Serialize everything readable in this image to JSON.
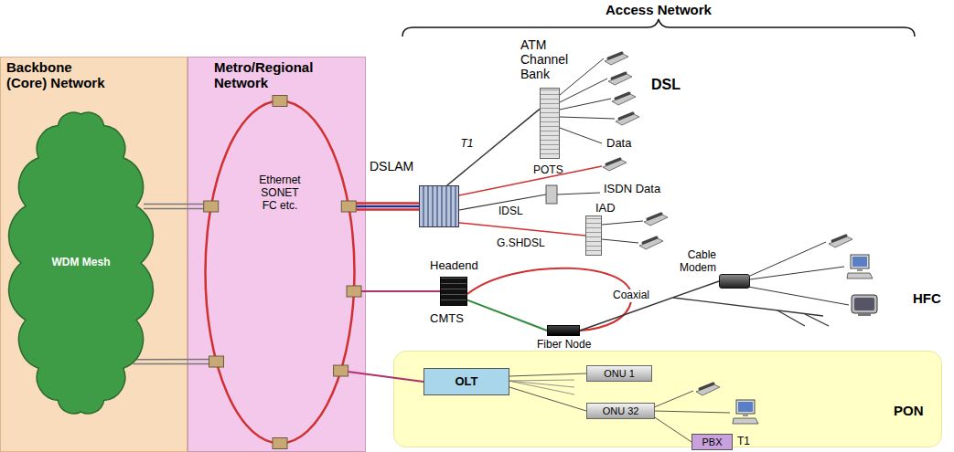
{
  "diagram": {
    "nodes": [
      {
        "text": [
          "Backbone (Core) Network"
        ]
      },
      {
        "text": [
          "WDM Mesh"
        ],
        "in": 0
      },
      {
        "text": [
          "Metro/Regional Network"
        ]
      },
      {
        "text": [
          "Ethernet SONET FC etc."
        ],
        "in": 2
      },
      {
        "text": [
          "DSLAM"
        ]
      },
      {
        "text": [
          "ATM Channel Bank"
        ]
      },
      {
        "text": [
          "IAD"
        ]
      },
      {
        "text": [
          "Headend",
          "CMTS"
        ]
      },
      {
        "text": [
          "Fiber Node"
        ]
      },
      {
        "text": [
          "Cable Modem"
        ]
      },
      {
        "text": [
          "PON"
        ]
      },
      {
        "text": [
          "OLT"
        ],
        "in": 10
      },
      {
        "text": [
          "ONU 1"
        ],
        "in": 10
      },
      {
        "text": [
          "ONU 32"
        ],
        "in": 10
      },
      {
        "text": [
          "PBX"
        ],
        "in": 10
      }
    ],
    "edges": [
      {
        "from": 1,
        "to": 3,
        "arrow": "none"
      },
      {
        "from": 1,
        "to": 3,
        "arrow": "none"
      },
      {
        "from": 3,
        "to": 4,
        "arrow": "none"
      },
      {
        "from": 4,
        "to": 5,
        "arrow": "none",
        "label": "T1"
      },
      {
        "from": 4,
        "to": 6,
        "arrow": "none",
        "label": "G.SHDSL"
      },
      {
        "from": 3,
        "to": 7,
        "arrow": "none"
      },
      {
        "from": 7,
        "to": 8,
        "arrow": "none"
      },
      {
        "from": 8,
        "to": 9,
        "arrow": "none",
        "label": "Coaxial"
      },
      {
        "from": 3,
        "to": 11,
        "arrow": "none"
      },
      {
        "from": 11,
        "to": 12,
        "arrow": "none"
      },
      {
        "from": 11,
        "to": 13,
        "arrow": "none"
      },
      {
        "from": 13,
        "to": 14,
        "arrow": "none"
      }
    ],
    "labels": [
      "Access Network",
      "DSL",
      "Data",
      "POTS",
      "IDSL",
      "ISDN Data",
      "HFC",
      "T1"
    ]
  }
}
